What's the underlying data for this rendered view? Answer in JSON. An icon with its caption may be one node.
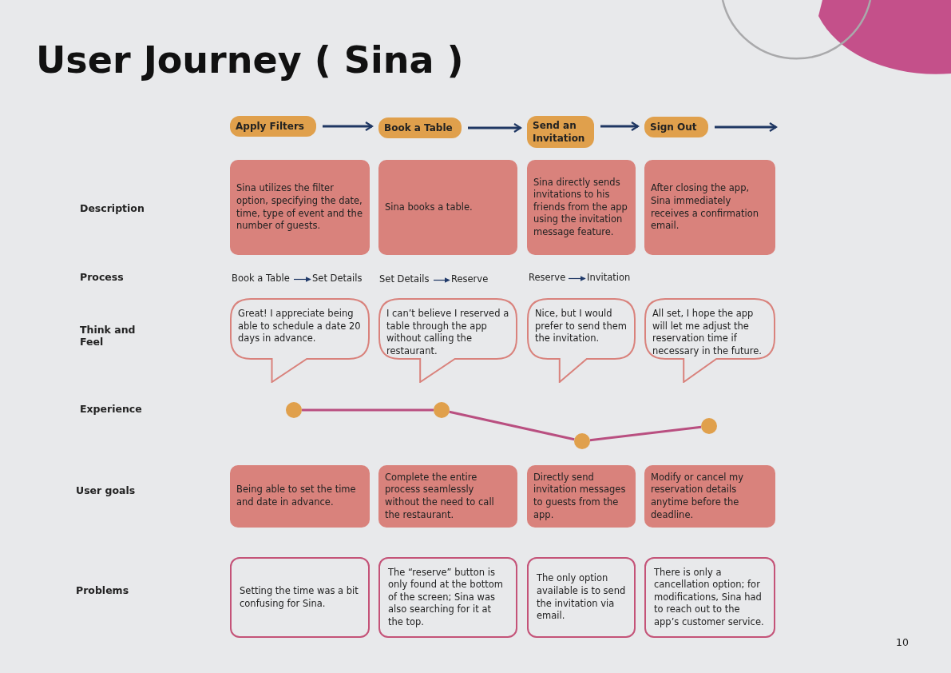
{
  "diagram": {
    "title": "User Journey ( Sina )",
    "nodes": [
      {
        "text": [
          "Apply Filters"
        ]
      },
      {
        "text": [
          "Book a Table"
        ]
      },
      {
        "text": [
          "Send an Invitation"
        ]
      },
      {
        "text": [
          "Sign Out"
        ]
      },
      {
        "text": [
          "Sina utilizes the filter option, specifying the date, time, type of event and the number of guests."
        ]
      },
      {
        "text": [
          "Sina books a table."
        ]
      },
      {
        "text": [
          "Sina directly sends invitations to his friends from the app using the invitation message feature."
        ]
      },
      {
        "text": [
          "After closing the app, Sina immediately receives a confirmation email."
        ]
      },
      {
        "text": [
          "Book a Table"
        ]
      },
      {
        "text": [
          "Set Details"
        ]
      },
      {
        "text": [
          "Set Details"
        ]
      },
      {
        "text": [
          "Reserve"
        ]
      },
      {
        "text": [
          "Reserve"
        ]
      },
      {
        "text": [
          "Invitation"
        ]
      },
      {
        "text": [
          "Great! I appreciate being able to schedule a date 20 days in advance."
        ]
      },
      {
        "text": [
          "I can’t believe I reserved a table through the app without calling the restaurant."
        ]
      },
      {
        "text": [
          "Nice, but I would prefer to send them the invitation."
        ]
      },
      {
        "text": [
          "All set, I hope the app will let me adjust the reservation time if necessary in the future."
        ]
      },
      {
        "text": [],
        "shape": "circle"
      },
      {
        "text": [],
        "shape": "circle"
      },
      {
        "text": [],
        "shape": "circle"
      },
      {
        "text": [],
        "shape": "circle"
      },
      {
        "text": [
          "Being able to set the time and date in advance."
        ]
      },
      {
        "text": [
          "Complete the entire process seamlessly without the need to call the restaurant."
        ]
      },
      {
        "text": [
          "Directly send invitation messages to guests from the app."
        ]
      },
      {
        "text": [
          "Modify or cancel my reservation details anytime before the deadline."
        ]
      },
      {
        "text": [
          "Setting the time was a bit confusing for Sina."
        ]
      },
      {
        "text": [
          "The “reserve” button is only found at the bottom of the screen; Sina was also searching for it at the top."
        ]
      },
      {
        "text": [
          "The only option available is to send the invitation via email."
        ]
      },
      {
        "text": [
          "There is only a cancellation option; for modifications, Sina had to reach out to the app’s customer service."
        ]
      }
    ],
    "edges": [
      {
        "from": 0,
        "to": 1,
        "arrow": "to"
      },
      {
        "from": 1,
        "to": 2,
        "arrow": "to"
      },
      {
        "from": 2,
        "to": 3,
        "arrow": "to"
      },
      {
        "from": 3,
        "to": null,
        "arrow": "to"
      },
      {
        "from": 8,
        "to": 9,
        "arrow": "to"
      },
      {
        "from": 10,
        "to": 11,
        "arrow": "to"
      },
      {
        "from": 12,
        "to": 13,
        "arrow": "to"
      },
      {
        "from": 18,
        "to": 19,
        "arrow": "none",
        "color": "#b94f80"
      },
      {
        "from": 19,
        "to": 20,
        "arrow": "none",
        "color": "#b94f80"
      },
      {
        "from": 20,
        "to": 21,
        "arrow": "none",
        "color": "#b94f80"
      }
    ],
    "labels": [
      "Description",
      "Process",
      "Think and Feel",
      "Experience",
      "User goals",
      "Problems",
      "10"
    ]
  }
}
